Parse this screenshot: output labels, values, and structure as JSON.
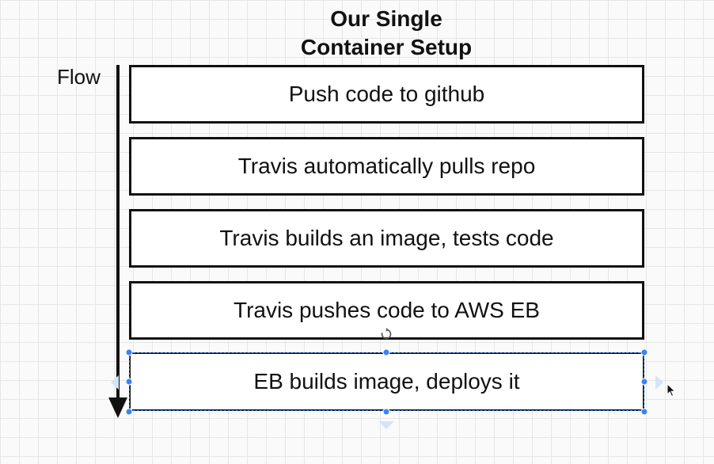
{
  "diagram": {
    "title_line1": "Our Single",
    "title_line2": "Container Setup",
    "flow_label": "Flow",
    "steps": [
      {
        "label": "Push code to github"
      },
      {
        "label": "Travis automatically pulls repo"
      },
      {
        "label": "Travis builds an image, tests code"
      },
      {
        "label": "Travis pushes code to AWS EB"
      },
      {
        "label": "EB builds image, deploys it"
      }
    ],
    "selected_step_index": 4
  },
  "colors": {
    "selection_handle": "#3b82f6",
    "box_border": "#111111",
    "grid_line": "#e6e6e6"
  }
}
